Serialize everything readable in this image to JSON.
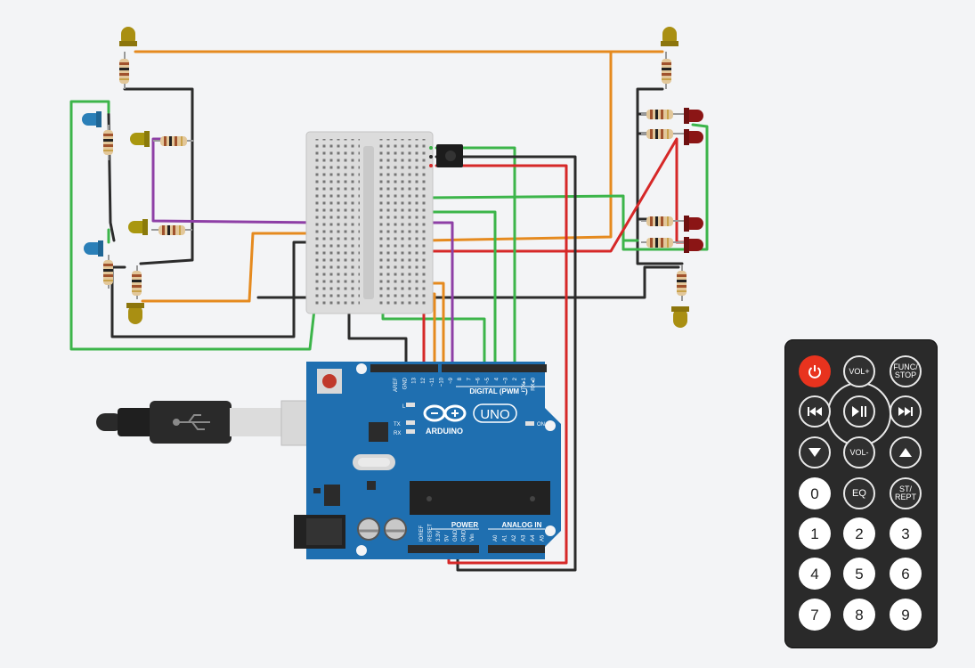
{
  "board": {
    "logo_text": "ARDUINO",
    "model": "UNO",
    "digital_header": "DIGITAL (PWM ~)",
    "power_header": "POWER",
    "analog_header": "ANALOG IN",
    "on_label": "ON",
    "l_label": "L",
    "tx_label": "TX",
    "rx_label": "RX",
    "top_pins": [
      "AREF",
      "GND",
      "13",
      "12",
      "~11",
      "~10",
      "~9",
      "8",
      "7",
      "~6",
      "~5",
      "4",
      "~3",
      "2",
      "TX▸1",
      "RX◂0"
    ],
    "power_pins": [
      "IOREF",
      "RESET",
      "3.3V",
      "5V",
      "GND",
      "GND",
      "Vin"
    ],
    "analog_pins": [
      "A0",
      "A1",
      "A2",
      "A3",
      "A4",
      "A5"
    ]
  },
  "remote": {
    "buttons": [
      {
        "id": "power",
        "label": ""
      },
      {
        "id": "vol-up",
        "label": "VOL+"
      },
      {
        "id": "func-stop",
        "label": "FUNC/\nSTOP"
      },
      {
        "id": "prev",
        "label": ""
      },
      {
        "id": "play-pause",
        "label": ""
      },
      {
        "id": "next",
        "label": ""
      },
      {
        "id": "down",
        "label": ""
      },
      {
        "id": "vol-down",
        "label": "VOL-"
      },
      {
        "id": "up",
        "label": ""
      },
      {
        "id": "zero",
        "label": "0"
      },
      {
        "id": "eq",
        "label": "EQ"
      },
      {
        "id": "st-rept",
        "label": "ST/\nREPT"
      },
      {
        "id": "one",
        "label": "1"
      },
      {
        "id": "two",
        "label": "2"
      },
      {
        "id": "three",
        "label": "3"
      },
      {
        "id": "four",
        "label": "4"
      },
      {
        "id": "five",
        "label": "5"
      },
      {
        "id": "six",
        "label": "6"
      },
      {
        "id": "seven",
        "label": "7"
      },
      {
        "id": "eight",
        "label": "8"
      },
      {
        "id": "nine",
        "label": "9"
      }
    ]
  },
  "colors": {
    "background": "#f3f4f6",
    "board": "#1f6fb0",
    "wire_orange": "#e58a1f",
    "wire_black": "#2b2b2b",
    "wire_green": "#3cb54a",
    "wire_red": "#d62828",
    "wire_purple": "#8e3fa6",
    "led_yellow": "#a98f12",
    "led_blue": "#2a7fb8",
    "led_red": "#8b1515",
    "led_orange": "#b8890f",
    "remote_power": "#e8331e"
  },
  "icons": [
    "power-icon",
    "previous-track-icon",
    "play-pause-icon",
    "next-track-icon",
    "down-arrow-icon",
    "up-arrow-icon",
    "usb-icon",
    "arduino-infinity-logo"
  ]
}
